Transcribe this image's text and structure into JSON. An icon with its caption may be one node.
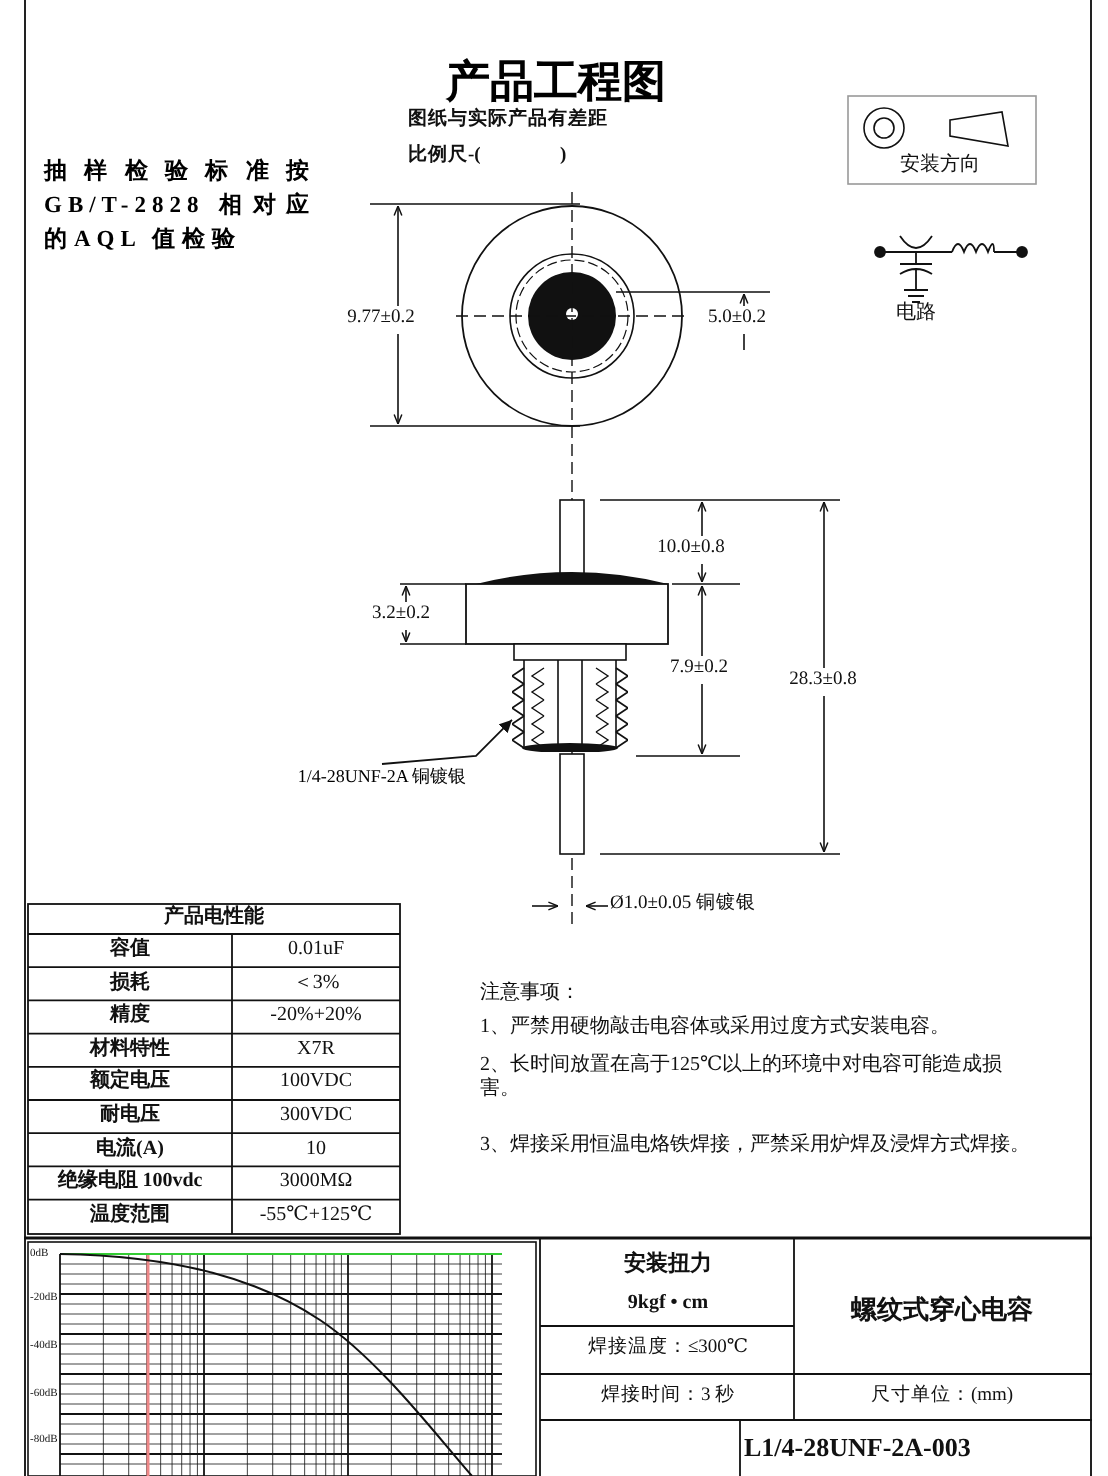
{
  "diagram": {
    "title": "产品工程图",
    "nodes": [
      {
        "text": [
          "1/4-28UNF-2A 铜镀银"
        ]
      },
      {
        "text": [],
        "shape": "picture"
      }
    ],
    "edges": [
      {
        "from": 0,
        "to": 1,
        "arrow": "to"
      }
    ],
    "labels": [
      "图纸与实际产品有差距",
      "比例尺-(",
      ")",
      "抽样检验标准按GB/T-2828 相对应的AQL 值检验",
      "安装方向",
      "电路",
      "9.77±0.2",
      "5.0±0.2",
      "10.0±0.8",
      "3.2±0.2",
      "7.9±0.2",
      "28.3±0.8",
      "Ø1.0±0.05 铜镀银",
      "产品电性能",
      "容值",
      "0.01uF",
      "损耗",
      "＜3%",
      "精度",
      "-20%+20%",
      "材料特性",
      "X7R",
      "额定电压",
      "100VDC",
      "耐电压",
      "300VDC",
      "电流(A)",
      "10",
      "绝缘电阻 100vdc",
      "3000MΩ",
      "温度范围",
      "-55℃+125℃",
      "注意事项：",
      "1、严禁用硬物敲击电容体或采用过度方式安装电容。",
      "2、长时间放置在高于125℃以上的环境中对电容可能造成损害。",
      "3、焊接采用恒温电烙铁焊接，严禁采用炉焊及浸焊方式焊接。",
      "0dB",
      "-20dB",
      "-40dB",
      "-60dB",
      "-80dB",
      "安装扭力",
      "9kgf • cm",
      "螺纹式穿心电容",
      "焊接温度：≤300℃",
      "焊接时间：3 秒",
      "尺寸单位：(mm)",
      "L1/4-28UNF-2A-003"
    ]
  }
}
